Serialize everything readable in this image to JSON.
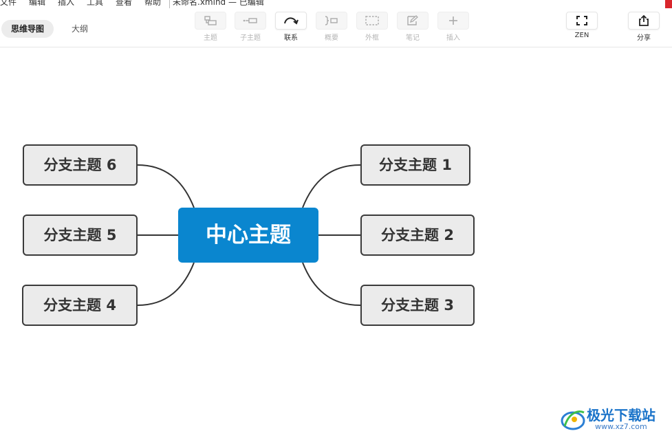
{
  "menu": {
    "items": [
      "文件",
      "编辑",
      "插入",
      "工具",
      "查看",
      "帮助"
    ],
    "doc_title": "未命名.xmind — 已编辑"
  },
  "view_tabs": {
    "mindmap": "思维导图",
    "outline": "大纲"
  },
  "toolbar": {
    "topic": "主题",
    "subtopic": "子主题",
    "relationship": "联系",
    "summary": "概要",
    "boundary": "外框",
    "note": "笔记",
    "insert": "插入",
    "zen": "ZEN",
    "share": "分享"
  },
  "mindmap": {
    "central_topic": "中心主题",
    "branches": {
      "b1": "分支主题 1",
      "b2": "分支主题 2",
      "b3": "分支主题 3",
      "b4": "分支主题 4",
      "b5": "分支主题 5",
      "b6": "分支主题 6"
    }
  },
  "watermark": {
    "brand": "极光下载站",
    "url": "www.xz7.com"
  },
  "colors": {
    "central_fill": "#0a86cf",
    "branch_fill": "#ebebeb",
    "branch_border": "#3a3a3a",
    "accent_red": "#d9262c",
    "watermark_blue": "#1a73c9"
  }
}
